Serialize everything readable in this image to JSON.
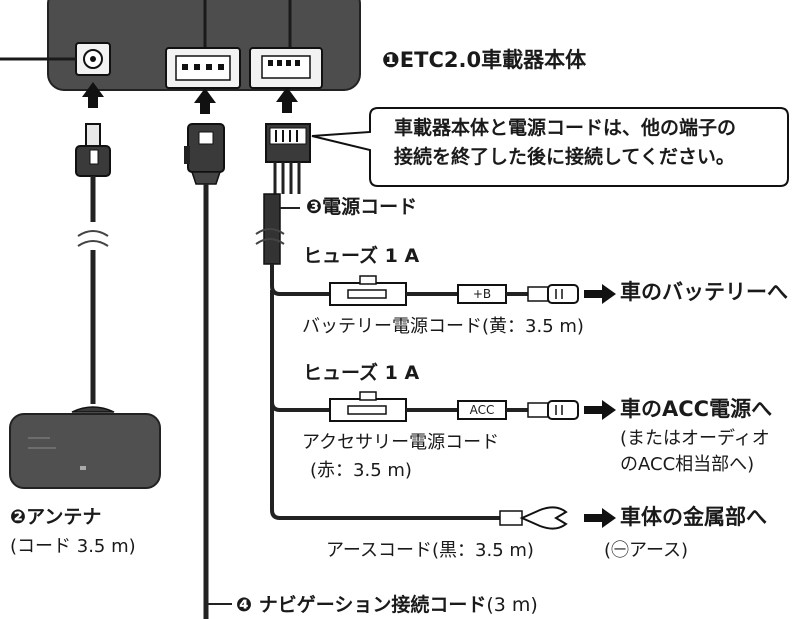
{
  "unit": {
    "label": "❶ETC2.0車載器本体"
  },
  "callout": {
    "line1": "車載器本体と電源コードは、他の端子の",
    "line2": "接続を終了した後に接続してください。"
  },
  "power_cord": {
    "label": "❸電源コード"
  },
  "branch_battery": {
    "fuse": "ヒューズ 1 A",
    "plug": "+B",
    "target": "車のバッテリーへ",
    "cord": "バッテリー電源コード(黄：3.5 m)"
  },
  "branch_acc": {
    "fuse": "ヒューズ 1 A",
    "plug": "ACC",
    "target": "車のACC電源へ",
    "target_note1": "(またはオーディオ",
    "target_note2": "のACC相当部へ)",
    "cord1": "アクセサリー電源コード",
    "cord2": "(赤：3.5 m)"
  },
  "branch_ground": {
    "target": "車体の金属部へ",
    "target_note": "(㊀アース)",
    "cord": "アースコード(黒：3.5 m)"
  },
  "antenna": {
    "label": "❷アンテナ",
    "note": "(コード 3.5 m)"
  },
  "navi": {
    "label": "❹ ナビゲーション接続コード",
    "length": "(3 m)"
  }
}
